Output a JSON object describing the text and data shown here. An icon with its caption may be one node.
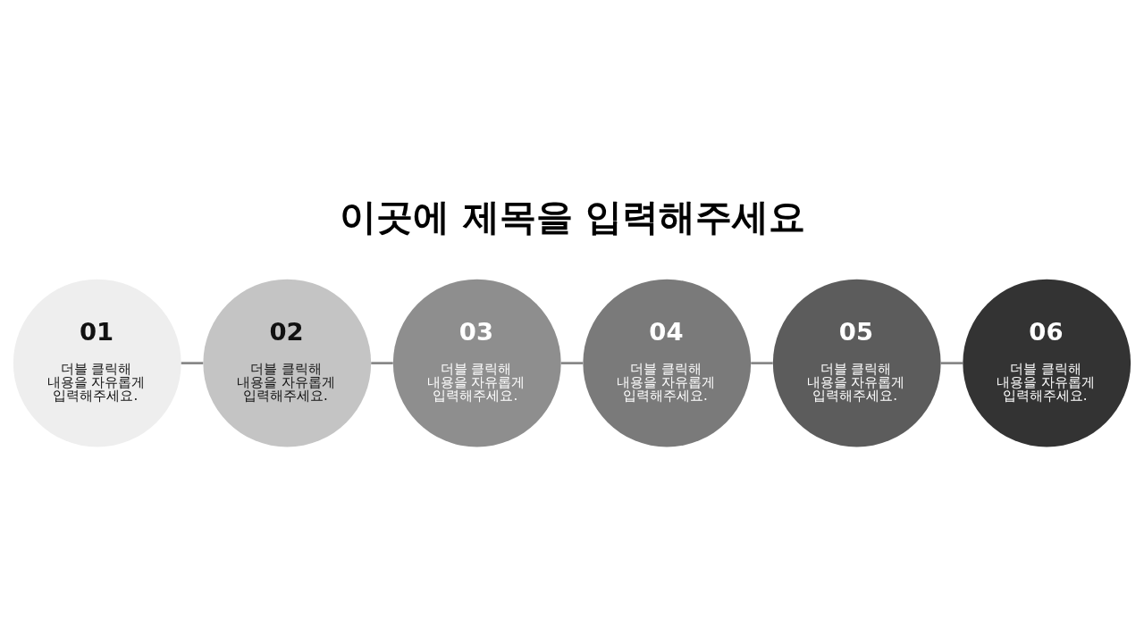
{
  "diagram": {
    "title": "이곳에 제목을 입력해주세요",
    "nodes": [
      {
        "text": [
          "01",
          "더블 클릭해 내용을 자유롭게 입력해주세요."
        ]
      },
      {
        "text": [
          "02",
          "더블 클릭해 내용을 자유롭게 입력해주세요."
        ]
      },
      {
        "text": [
          "03",
          "더블 클릭해 내용을 자유롭게 입력해주세요."
        ]
      },
      {
        "text": [
          "04",
          "더블 클릭해 내용을 자유롭게 입력해주세요."
        ]
      },
      {
        "text": [
          "05",
          "더블 클릭해 내용을 자유롭게 입력해주세요."
        ]
      },
      {
        "text": [
          "06",
          "더블 클릭해 내용을 자유롭게 입력해주세요."
        ]
      }
    ],
    "edges": [
      {
        "from": 0,
        "to": 1,
        "arrow": "none"
      },
      {
        "from": 1,
        "to": 2,
        "arrow": "none"
      },
      {
        "from": 2,
        "to": 3,
        "arrow": "none"
      },
      {
        "from": 3,
        "to": 4,
        "arrow": "none"
      },
      {
        "from": 4,
        "to": 5,
        "arrow": "none"
      }
    ]
  }
}
